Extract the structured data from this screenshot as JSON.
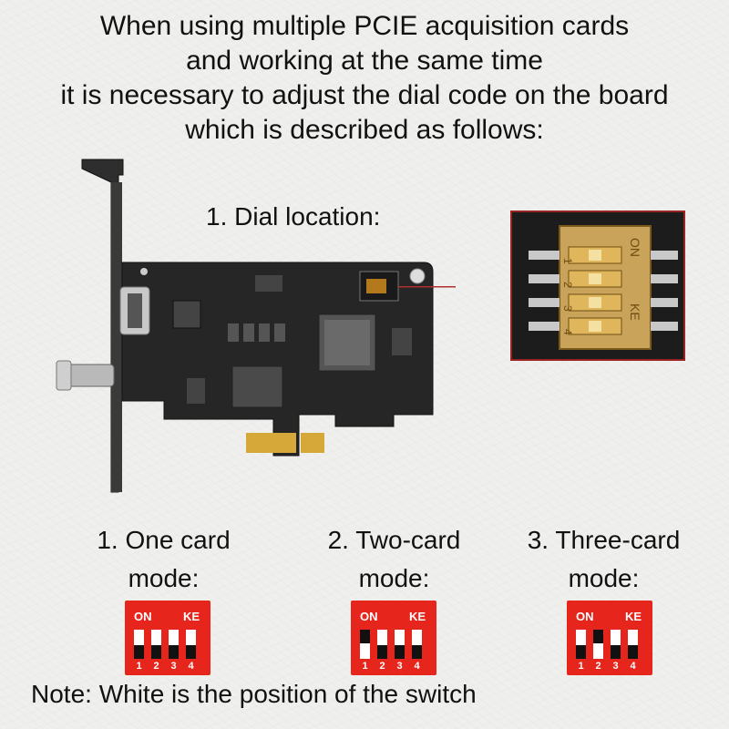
{
  "heading": {
    "line1": "When using multiple PCIE acquisition cards",
    "line2": "and working at the same time",
    "line3": "it is necessary to adjust the dial code on the board",
    "line4": "which is described as follows:"
  },
  "dial_location_label": "1. Dial location:",
  "zoom": {
    "on_text": "ON",
    "ke_text": "KE",
    "numbers": [
      "1",
      "2",
      "3",
      "4"
    ]
  },
  "modes": [
    {
      "title": "1. One card",
      "subtitle": "mode:",
      "on": "ON",
      "ke": "KE",
      "numbers": [
        "1",
        "2",
        "3",
        "4"
      ],
      "switch_states": [
        "white",
        "white",
        "white",
        "white"
      ]
    },
    {
      "title": "2. Two-card",
      "subtitle": "mode:",
      "on": "ON",
      "ke": "KE",
      "numbers": [
        "1",
        "2",
        "3",
        "4"
      ],
      "switch_states": [
        "black",
        "white",
        "white",
        "white"
      ]
    },
    {
      "title": "3. Three-card",
      "subtitle": "mode:",
      "on": "ON",
      "ke": "KE",
      "numbers": [
        "1",
        "2",
        "3",
        "4"
      ],
      "switch_states": [
        "white",
        "black",
        "white",
        "white"
      ]
    }
  ],
  "note": "Note: White is the position of the switch",
  "colors": {
    "dip_red": "#e6251c",
    "pcb": "#2a2a2a",
    "connector_line": "#b03030"
  }
}
